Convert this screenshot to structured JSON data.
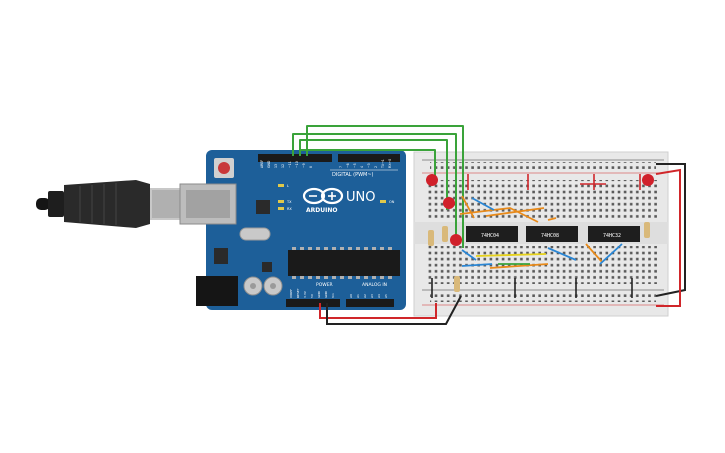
{
  "board": {
    "brand": "ARDUINO",
    "model": "UNO",
    "digital_header": "DIGITAL (PWM~)",
    "power_header": "POWER",
    "analog_header": "ANALOG IN",
    "pin_aref": "AREF",
    "pin_gnd": "GND",
    "pin_13": "13",
    "pin_12": "12",
    "pin_11": "~11",
    "pin_10": "~10",
    "pin_9": "~9",
    "pin_8": "8",
    "pin_7": "7",
    "pin_6": "~6",
    "pin_5": "~5",
    "pin_4": "4",
    "pin_3": "~3",
    "pin_2": "2",
    "pin_1": "TX→1",
    "pin_0": "RX←0",
    "led_l": "L",
    "led_tx": "TX",
    "led_rx": "RX",
    "led_on": "ON",
    "pow_ioref": "IOREF",
    "pow_reset": "RESET",
    "pow_3v3": "3.3V",
    "pow_5v": "5V",
    "pow_gnd1": "GND",
    "pow_gnd2": "GND",
    "pow_vin": "Vin",
    "a0": "A0",
    "a1": "A1",
    "a2": "A2",
    "a3": "A3",
    "a4": "A4",
    "a5": "A5"
  },
  "chips": {
    "chip1": "74HC04",
    "chip2": "74HC08",
    "chip3": "74HC32"
  },
  "colors": {
    "board": "#1d5f99",
    "wire_green": "#3aa33a",
    "wire_red": "#d0262a",
    "wire_black": "#222222",
    "wire_orange": "#e88a1a",
    "wire_blue": "#2a86d4",
    "wire_yellow": "#e6d21a",
    "led_red": "#d0202a"
  }
}
